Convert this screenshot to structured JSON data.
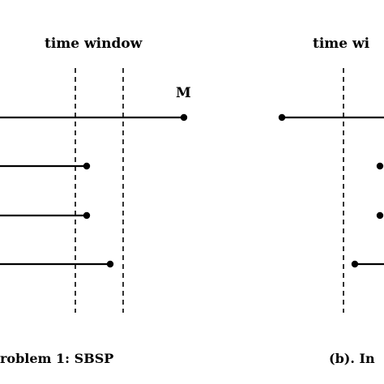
{
  "left_panel": {
    "window_title": "time window",
    "machine_label": "M",
    "caption": "roblem 1: SBSP"
  },
  "right_panel": {
    "window_title": "time wi",
    "caption": "(b). In"
  },
  "colors": {
    "ink": "#000000",
    "background": "#ffffff"
  }
}
